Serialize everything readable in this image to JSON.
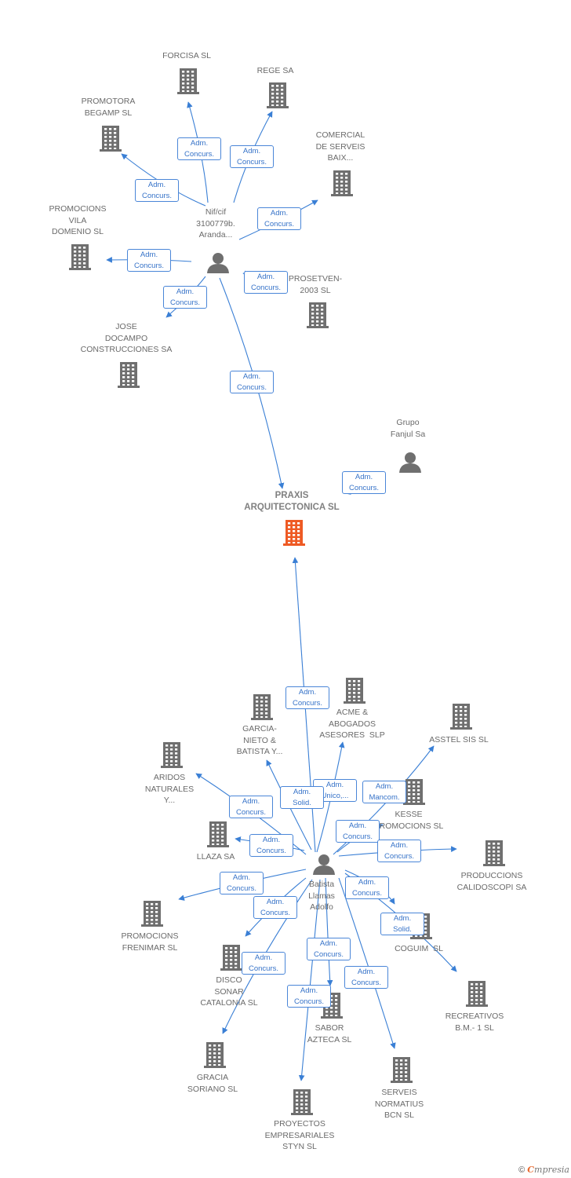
{
  "colors": {
    "edge": "#3a7fd5",
    "building": "#6f6f6f",
    "building_main": "#ee5a24",
    "person": "#6f6f6f",
    "tag_border": "#4a86d8",
    "tag_text": "#3572c8"
  },
  "nodes": [
    {
      "id": "praxis",
      "label": "PRAXIS\nARQUITECTONICA SL",
      "type": "building",
      "main": true
    },
    {
      "id": "p1",
      "label": "Nif/cif\n3100779b.\nAranda...",
      "type": "person"
    },
    {
      "id": "p2",
      "label": "Batista\nLlamas\nAdolfo",
      "type": "person"
    },
    {
      "id": "fanjul",
      "label": "Grupo\nFanjul Sa",
      "type": "person"
    },
    {
      "id": "forcisa",
      "label": "FORCISA SL",
      "type": "building"
    },
    {
      "id": "rege",
      "label": "REGE SA",
      "type": "building"
    },
    {
      "id": "begamp",
      "label": "PROMOTORA\nBEGAMP SL",
      "type": "building"
    },
    {
      "id": "comercial",
      "label": "COMERCIAL\nDE SERVEIS\nBAIX...",
      "type": "building"
    },
    {
      "id": "vila",
      "label": "PROMOCIONS\nVILA\nDOMENIO SL",
      "type": "building"
    },
    {
      "id": "prosetven",
      "label": "PROSETVEN-\n2003 SL",
      "type": "building"
    },
    {
      "id": "docampo",
      "label": "JOSE\nDOCAMPO\nCONSTRUCCIONES SA",
      "type": "building"
    },
    {
      "id": "acme",
      "label": "ACME &\nABOGADOS\nASESORES  SLP",
      "type": "building"
    },
    {
      "id": "garcia",
      "label": "GARCIA-\nNIETO &\nBATISTA Y...",
      "type": "building"
    },
    {
      "id": "asstel",
      "label": "ASSTEL SIS SL",
      "type": "building"
    },
    {
      "id": "aridos",
      "label": "ARIDOS\nNATURALES\nY...",
      "type": "building"
    },
    {
      "id": "kesse",
      "label": "KESSE\nPROMOCIONS SL",
      "type": "building"
    },
    {
      "id": "llaza",
      "label": "LLAZA SA",
      "type": "building"
    },
    {
      "id": "calidoscopi",
      "label": "PRODUCCIONS\nCALIDOSCOPI SA",
      "type": "building"
    },
    {
      "id": "frenimar",
      "label": "PROMOCIONS\nFRENIMAR SL",
      "type": "building"
    },
    {
      "id": "coguim",
      "label": "COGUIM  SL",
      "type": "building"
    },
    {
      "id": "disco",
      "label": "DISCO\nSONAR\nCATALONIA SL",
      "type": "building"
    },
    {
      "id": "recreativos",
      "label": "RECREATIVOS\nB.M.- 1 SL",
      "type": "building"
    },
    {
      "id": "sabor",
      "label": "SABOR\nAZTECA SL",
      "type": "building"
    },
    {
      "id": "gracia",
      "label": "GRACIA\nSORIANO SL",
      "type": "building"
    },
    {
      "id": "serveis",
      "label": "SERVEIS\nNORMATIUS\nBCN SL",
      "type": "building"
    },
    {
      "id": "styn",
      "label": "PROYECTOS\nEMPRESARIALES\nSTYN SL",
      "type": "building"
    }
  ],
  "edges": [
    {
      "from": "p1",
      "to": "forcisa",
      "label": "Adm.\nConcurs."
    },
    {
      "from": "p1",
      "to": "rege",
      "label": "Adm.\nConcurs."
    },
    {
      "from": "p1",
      "to": "begamp",
      "label": "Adm.\nConcurs."
    },
    {
      "from": "p1",
      "to": "comercial",
      "label": "Adm.\nConcurs."
    },
    {
      "from": "p1",
      "to": "vila",
      "label": "Adm.\nConcurs."
    },
    {
      "from": "p1",
      "to": "prosetven",
      "label": "Adm.\nConcurs."
    },
    {
      "from": "p1",
      "to": "docampo",
      "label": "Adm.\nConcurs."
    },
    {
      "from": "p1",
      "to": "praxis",
      "label": "Adm.\nConcurs."
    },
    {
      "from": "fanjul",
      "to": "praxis",
      "label": "Adm.\nConcurs."
    },
    {
      "from": "p2",
      "to": "praxis",
      "label": "Adm.\nConcurs."
    },
    {
      "from": "p2",
      "to": "acme",
      "label": "Adm.\nUnico,..."
    },
    {
      "from": "p2",
      "to": "garcia",
      "label": "Adm.\nSolid."
    },
    {
      "from": "p2",
      "to": "asstel",
      "label": "Adm.\nMancom."
    },
    {
      "from": "p2",
      "to": "aridos",
      "label": "Adm.\nConcurs."
    },
    {
      "from": "p2",
      "to": "kesse",
      "label": "Adm.\nConcurs."
    },
    {
      "from": "p2",
      "to": "llaza",
      "label": "Adm.\nConcurs."
    },
    {
      "from": "p2",
      "to": "calidoscopi",
      "label": "Adm.\nConcurs."
    },
    {
      "from": "p2",
      "to": "frenimar",
      "label": "Adm.\nConcurs."
    },
    {
      "from": "p2",
      "to": "coguim",
      "label": "Adm.\nConcurs."
    },
    {
      "from": "p2",
      "to": "recreativos",
      "label": "Adm.\nSolid."
    },
    {
      "from": "p2",
      "to": "disco",
      "label": "Adm.\nConcurs."
    },
    {
      "from": "p2",
      "to": "sabor",
      "label": "Adm.\nConcurs."
    },
    {
      "from": "p2",
      "to": "gracia",
      "label": "Adm.\nConcurs."
    },
    {
      "from": "p2",
      "to": "serveis",
      "label": "Adm.\nConcurs."
    },
    {
      "from": "p2",
      "to": "styn",
      "label": "Adm.\nConcurs."
    }
  ],
  "footer": {
    "copyright": "©",
    "brand_first": "C",
    "brand_rest": "mpresia"
  }
}
